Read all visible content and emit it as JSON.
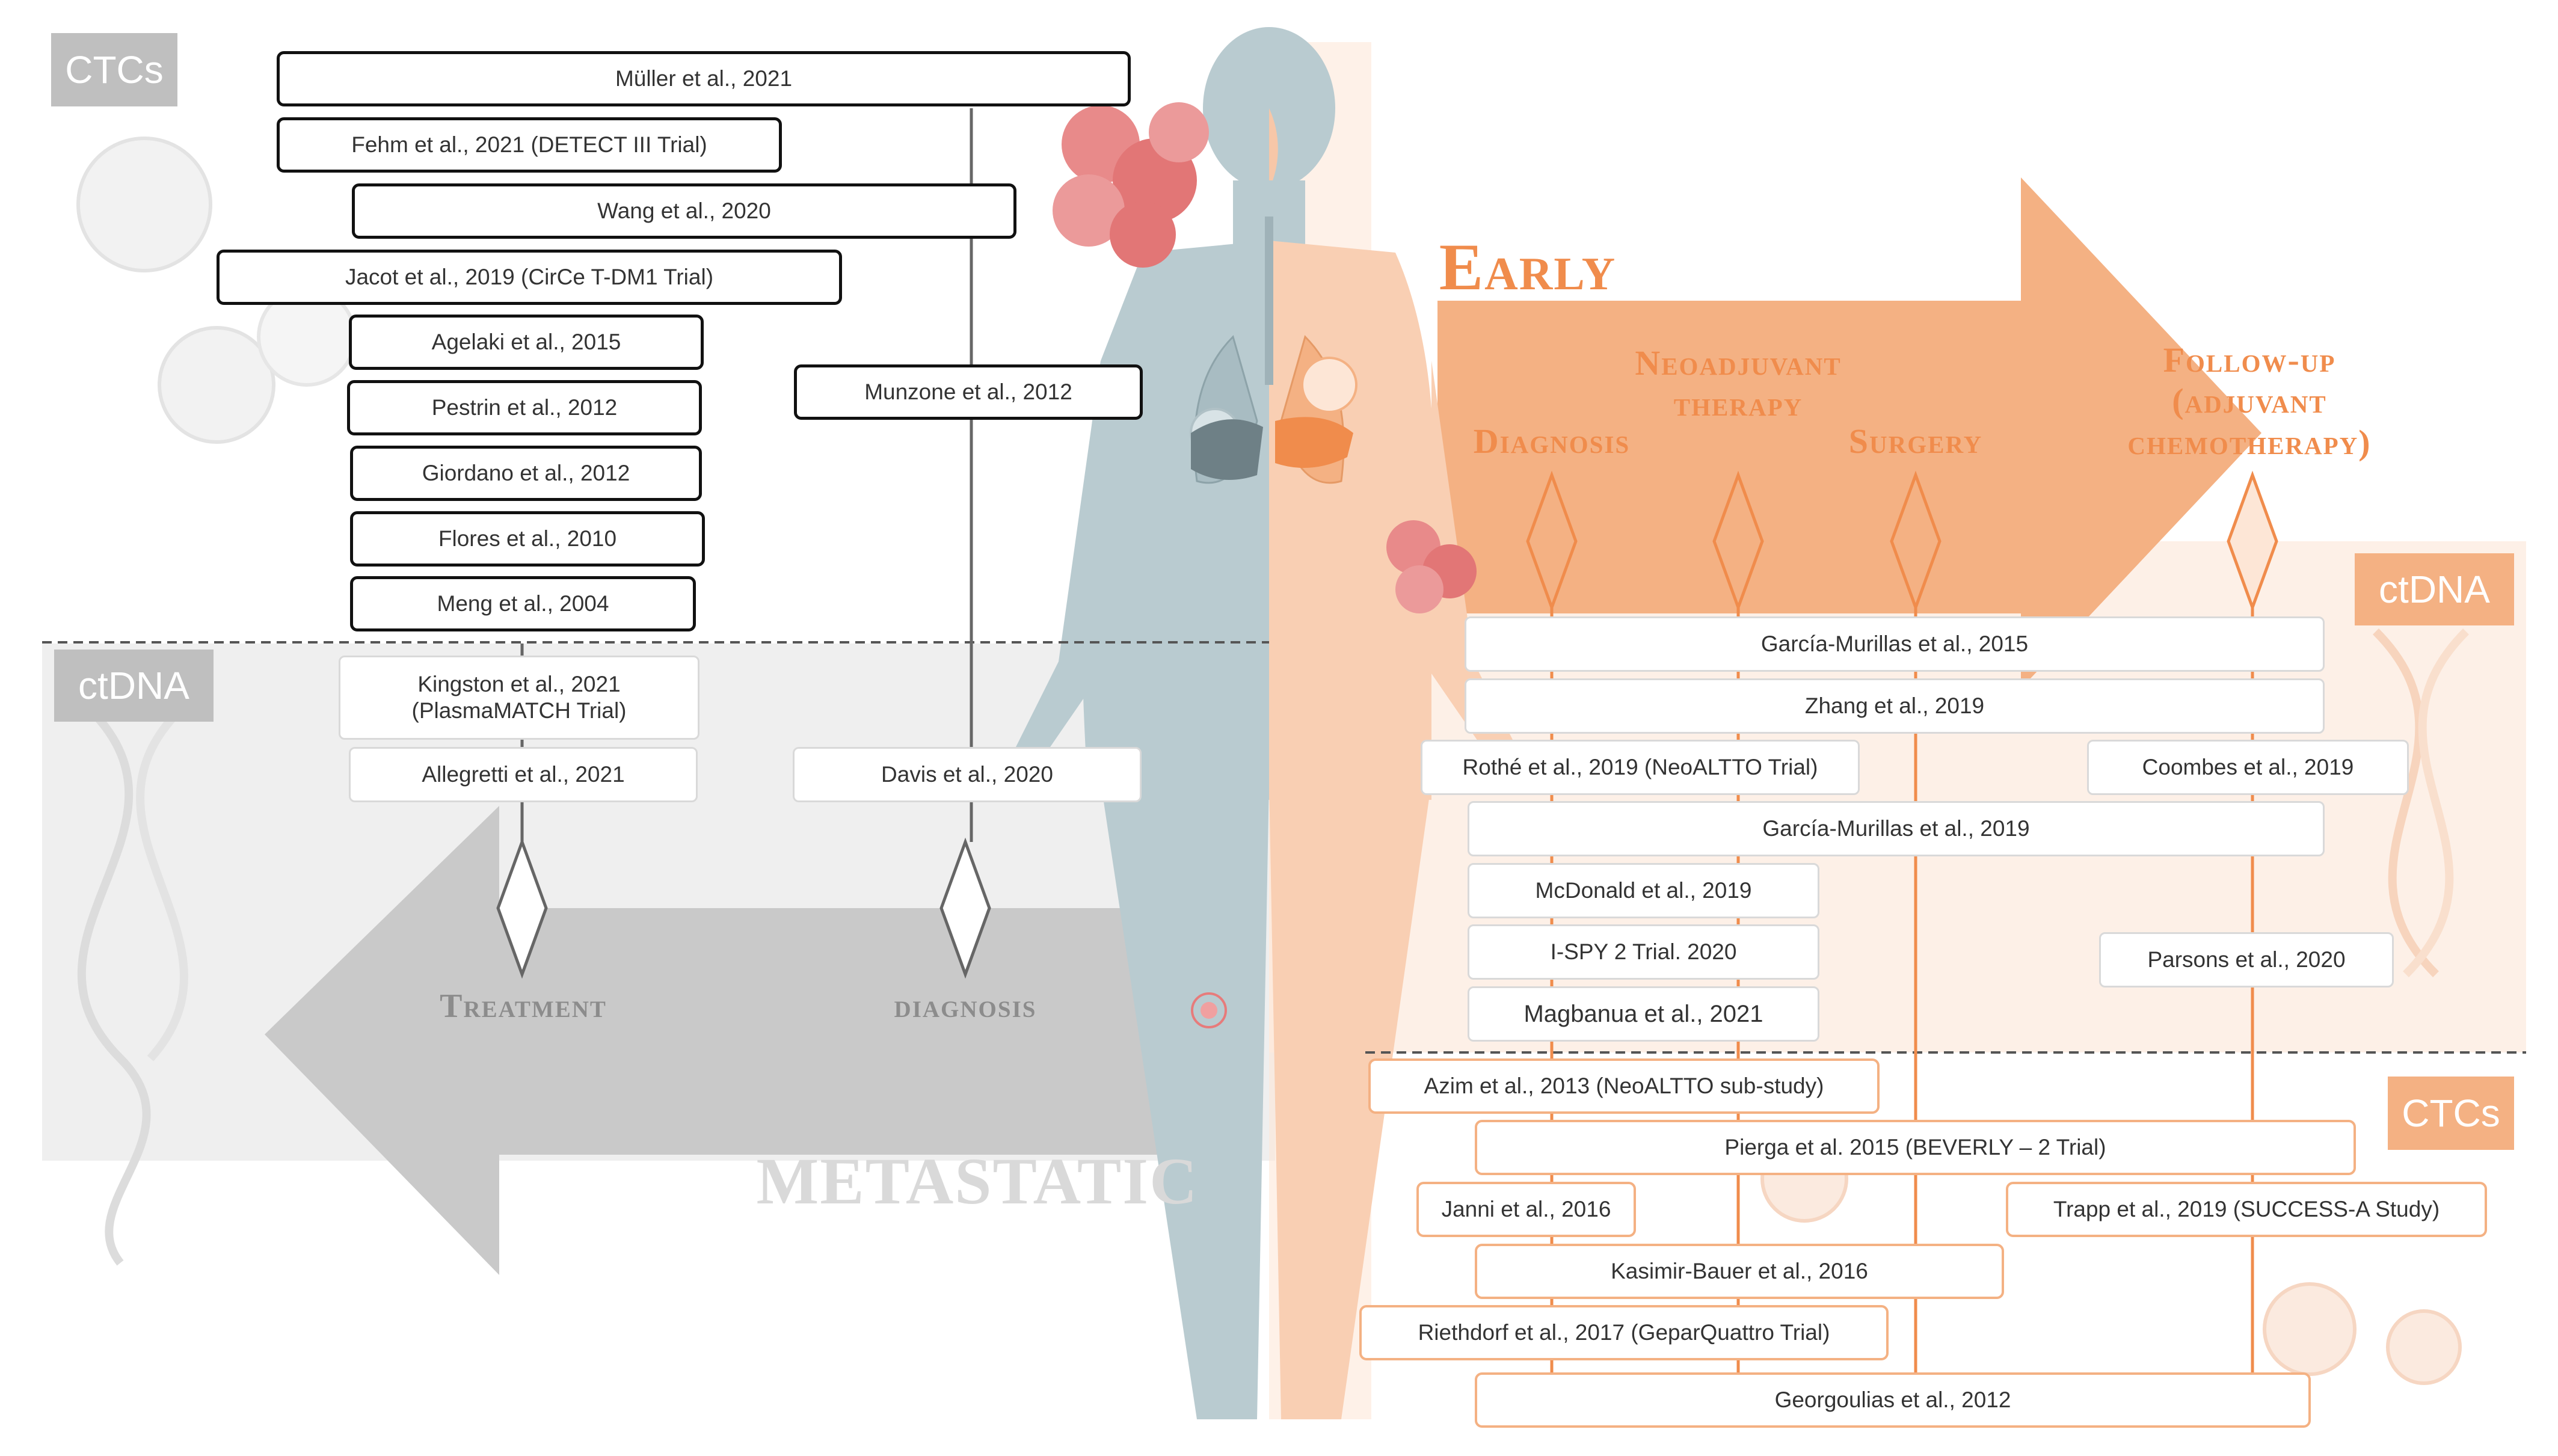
{
  "tags": {
    "ctcs_left": "CTCs",
    "ctdna_left": "ctDNA",
    "ctdna_right": "ctDNA",
    "ctcs_right": "CTCs"
  },
  "phases": {
    "early": "Early",
    "metastatic": "METASTATIC",
    "treatment": "Treatment",
    "diagnosis_left": "diagnosis",
    "diagnosis_right": "Diagnosis",
    "neoadjuvant_1": "Neoadjuvant",
    "neoadjuvant_2": "therapy",
    "surgery": "Surgery",
    "followup_1": "Follow-up",
    "followup_2": "(adjuvant",
    "followup_3": "chemotherapy)"
  },
  "left_ctc_refs": [
    "Müller et al., 2021",
    "Fehm et al., 2021 (DETECT III Trial)",
    "Wang et al., 2020",
    "Jacot et al., 2019 (CirCe T-DM1 Trial)",
    "Agelaki et al., 2015",
    "Pestrin et al., 2012",
    "Giordano et al., 2012",
    "Flores et al., 2010",
    "Meng et al., 2004",
    "Munzone et al., 2012"
  ],
  "left_ctdna_refs": [
    "Kingston et al., 2021 (PlasmaMATCH Trial)",
    "Allegretti et al., 2021",
    "Davis et al., 2020"
  ],
  "right_ctdna_refs": [
    "García-Murillas et al., 2015",
    "Zhang et al., 2019",
    "Rothé et al., 2019 (NeoALTTO Trial)",
    "Coombes et al., 2019",
    "García-Murillas et al., 2019",
    "McDonald et al., 2019",
    "I-SPY 2 Trial. 2020",
    "Parsons et al., 2020",
    "Magbanua et al., 2021"
  ],
  "right_ctc_refs": [
    "Azim et al., 2013 (NeoALTTO sub-study)",
    "Pierga et al. 2015 (BEVERLY – 2 Trial)",
    "Janni et al., 2016",
    "Trapp et al., 2019 (SUCCESS-A Study)",
    "Kasimir-Bauer et al., 2016",
    "Riethdorf et al., 2017 (GeparQuattro Trial)",
    "Georgoulias et al., 2012"
  ],
  "colors": {
    "orange": "#f4b183",
    "orange_dark": "#f08c4c",
    "gray": "#bfbfbf",
    "gray_dark": "#8c8c8c"
  }
}
